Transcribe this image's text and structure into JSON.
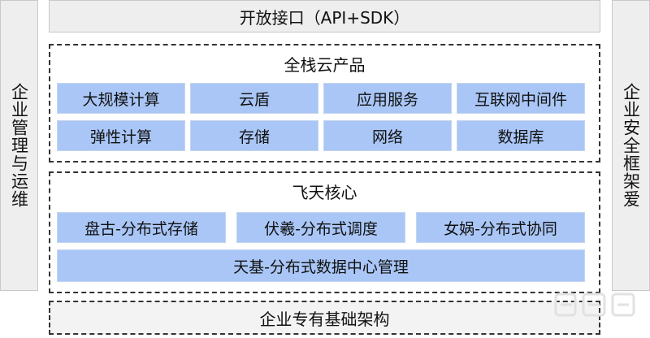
{
  "top_bar": "开放接口（API+SDK）",
  "left_side": "企业管理与运维",
  "right_side": "企业安全框架爱",
  "cloud_products": {
    "title": "全栈云产品",
    "row1": [
      "大规模计算",
      "云盾",
      "应用服务",
      "互联网中间件"
    ],
    "row2": [
      "弹性计算",
      "存储",
      "网络",
      "数据库"
    ]
  },
  "feitian": {
    "title": "飞天核心",
    "row1": [
      "盘古-分布式存储",
      "伏羲-分布式调度",
      "女娲-分布式协同"
    ],
    "row2": "天基-分布式数据中心管理"
  },
  "bottom_bar": "企业专有基础架构",
  "colors": {
    "box_fill": "#a9c6f6",
    "panel_fill": "#eeeeee"
  }
}
